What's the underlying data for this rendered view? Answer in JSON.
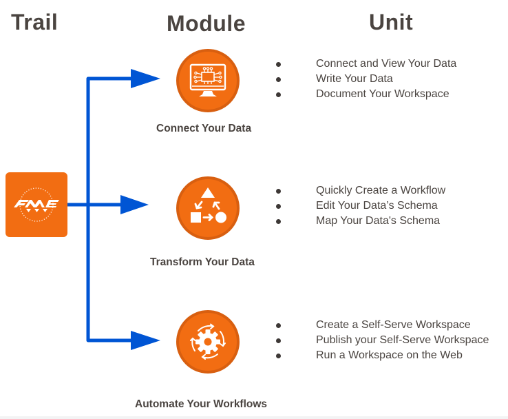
{
  "headings": {
    "trail": "Trail",
    "module": "Module",
    "unit": "Unit"
  },
  "trail": {
    "logo": "fme-logo-icon",
    "logo_text": "FME"
  },
  "modules": [
    {
      "label": "Connect Your Data",
      "icon": "computer-circuit-icon",
      "units": [
        "Connect and View Your Data",
        "Write Your Data",
        "Document Your Workspace"
      ]
    },
    {
      "label": "Transform Your Data",
      "icon": "shapes-transform-icon",
      "units": [
        "Quickly Create a Workflow",
        "Edit Your Data’s Schema",
        "Map Your Data's Schema"
      ]
    },
    {
      "label": "Automate Your Workflows",
      "icon": "gear-cycle-icon",
      "units": [
        "Create a Self-Serve Workspace",
        "Publish your Self-Serve Workspace",
        "Run a Workspace on the Web"
      ]
    }
  ],
  "colors": {
    "accent_orange": "#f26d12",
    "arrow_blue": "#0055d4",
    "text": "#4a4440"
  }
}
